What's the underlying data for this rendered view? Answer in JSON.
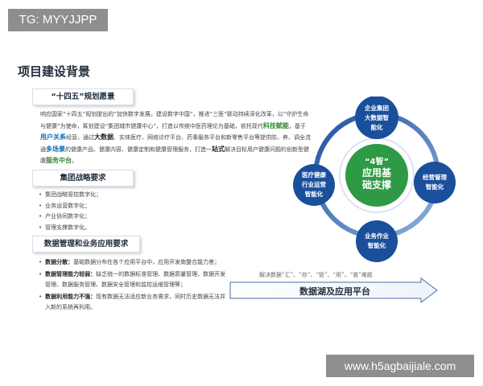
{
  "watermarks": {
    "top": "TG: MYYJJPP",
    "bottom": "www.h5agbaijiale.com"
  },
  "page_title": "项目建设背景",
  "section1": {
    "title": "“十四五”规划愿景",
    "p1": "响应国家“十四五”规划提出的“加快数字发展，建设数字中国”，推进“三医”联动持续深化改革，以“守护生命与健康”为使命，筹划建设“集团城市健康中心”，打造以传统中医药理论为基础，依托现代",
    "h1": "科技赋能",
    "p2": "，基于",
    "h2": "用户关系",
    "p3": "经营，通过",
    "h3": "大数据",
    "p4": "、实体医疗、网络诊疗平台、药事服务平台和新零售平台等提供防、养、调全流通",
    "h4": "多场景",
    "p5": "的健康产品、健康内容、健康定制和健康管理服务，打造一",
    "h5": "站式",
    "p6": "解决目标用户健康问题的创新型健康",
    "h6": "服务中台",
    "p7": "。"
  },
  "section2": {
    "title": "集团战略要求",
    "items": [
      "集团战略管控数字化；",
      "业务运营数字化；",
      "产业协同数字化；",
      "管理支撑数字化。"
    ]
  },
  "section3": {
    "title": "数据管理和业务应用要求",
    "items": [
      {
        "label": "数据分散：",
        "text": "基础数据分布在各个应用平台中，应用开发南整合能力差；"
      },
      {
        "label": "数据管理能力较弱：",
        "text": "缺乏统一的数据标准管理、数据质量管理、数据开发管理、数据服务管理、数据安全管理和监控运维管理等；"
      },
      {
        "label": "数据利用能力不强：",
        "text": "现有数据无法适应新业务需求，同时历史数据无法并入新的系统再利用。"
      }
    ]
  },
  "diagram": {
    "center": {
      "line1": "“4智”",
      "line2": "应用基",
      "line3": "础支撑"
    },
    "nodes": {
      "top": [
        "企业集团",
        "大数据智",
        "能化"
      ],
      "left": [
        "医疗健康",
        "行业运营",
        "智能化"
      ],
      "right": [
        "经营管理",
        "智能化"
      ],
      "bottom": [
        "业务作业",
        "智能化"
      ]
    },
    "colors": {
      "ring": "#2a5aa8",
      "node": "#1a4f9c",
      "center": "#2f9a45"
    }
  },
  "arrow": {
    "subtitle": "解决数据“汇”、“存”、“管”、“用”、“普”难题",
    "label": "数据湖及应用平台"
  }
}
